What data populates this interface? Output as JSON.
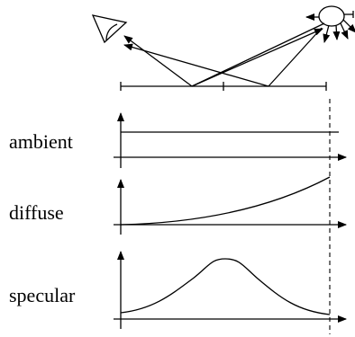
{
  "labels": {
    "ambient": "ambient",
    "diffuse": "diffuse",
    "specular": "specular"
  },
  "icons": {
    "eye": "eye-icon",
    "light": "light-source-icon"
  },
  "colors": {
    "stroke": "#000000",
    "background": "#ffffff"
  }
}
